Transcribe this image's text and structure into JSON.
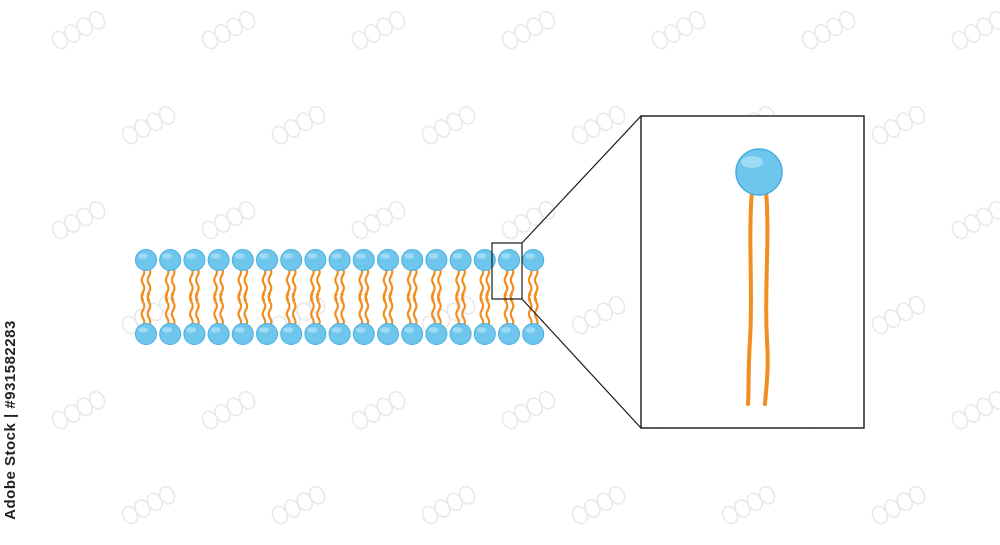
{
  "side_text": "Adobe Stock | #931582283",
  "colors": {
    "head_fill": "#6ec6ec",
    "head_stroke": "#4aaee0",
    "head_highlight": "#a9def5",
    "tail": "#f28d1f",
    "frame_stroke": "#1a1a1a",
    "watermark": "#e9e9e9"
  },
  "icons": {
    "phospholipid_head": "phosphate-head-circle",
    "fatty_acid_tail": "wavy-tail-lines"
  },
  "bilayer": {
    "molecules_per_leaflet": 17,
    "leaflets": 2,
    "highlighted_molecule_index": 15
  }
}
